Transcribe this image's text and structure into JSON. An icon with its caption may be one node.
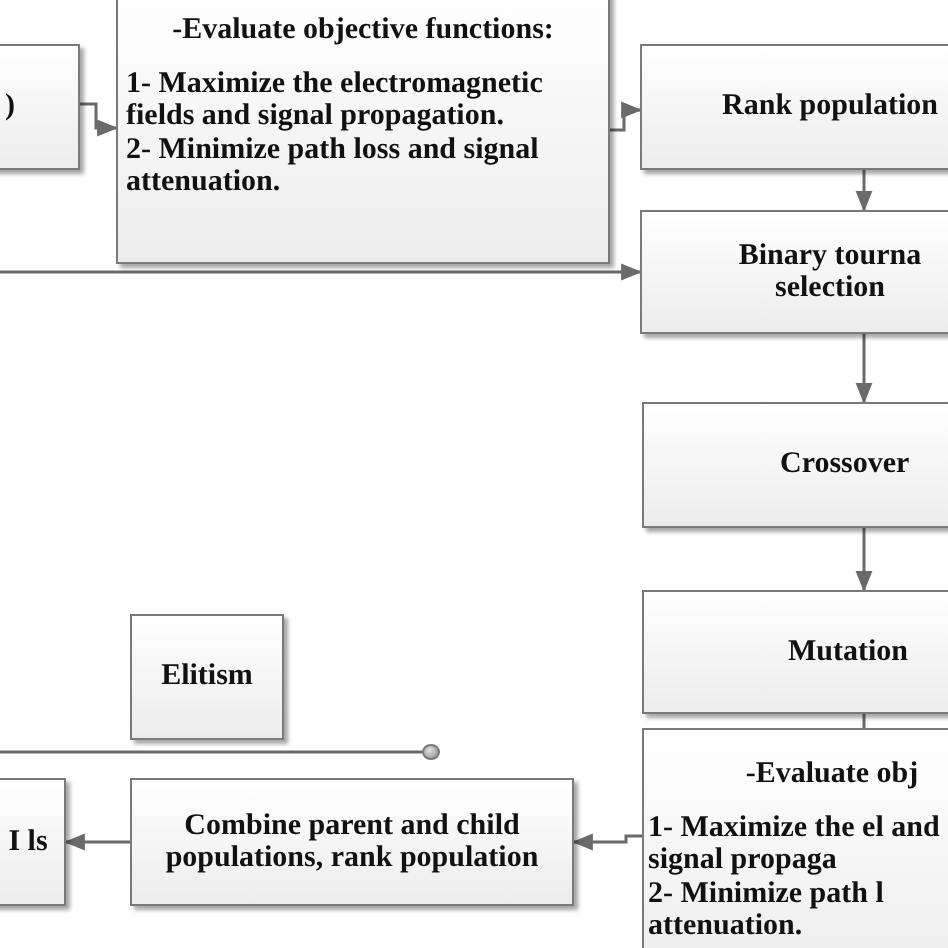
{
  "diagram": {
    "nodes": [
      {
        "text": [
          ")"
        ]
      },
      {
        "text": [
          "-Evaluate objective functions:",
          "1- Maximize the electromagnetic fields and signal propagation.",
          "2- Minimize path loss and signal attenuation."
        ]
      },
      {
        "text": [
          "Rank population"
        ]
      },
      {
        "text": [
          "Binary tourna selection"
        ]
      },
      {
        "text": [
          "Crossover"
        ]
      },
      {
        "text": [
          "Mutation"
        ]
      },
      {
        "text": [
          "-Evaluate obj",
          "1- Maximize the el and signal propaga",
          "2- Minimize path l attenuation."
        ]
      },
      {
        "text": [
          "Combine parent and child populations, rank population"
        ]
      },
      {
        "text": [
          "I ls"
        ]
      },
      {
        "text": [
          "Elitism"
        ]
      },
      {
        "text": [],
        "shape": "circle"
      }
    ],
    "edges": [
      {
        "from": 0,
        "to": 1,
        "arrow": "to"
      },
      {
        "from": 1,
        "to": 2,
        "arrow": "to"
      },
      {
        "from": 2,
        "to": 3,
        "arrow": "to"
      },
      {
        "from": null,
        "to": 3,
        "arrow": "to"
      },
      {
        "from": 3,
        "to": 4,
        "arrow": "to"
      },
      {
        "from": 4,
        "to": 5,
        "arrow": "to"
      },
      {
        "from": 5,
        "to": 6,
        "arrow": "none"
      },
      {
        "from": 6,
        "to": 7,
        "arrow": "to"
      },
      {
        "from": 7,
        "to": 8,
        "arrow": "to"
      },
      {
        "from": null,
        "to": 10,
        "arrow": "none"
      }
    ]
  }
}
